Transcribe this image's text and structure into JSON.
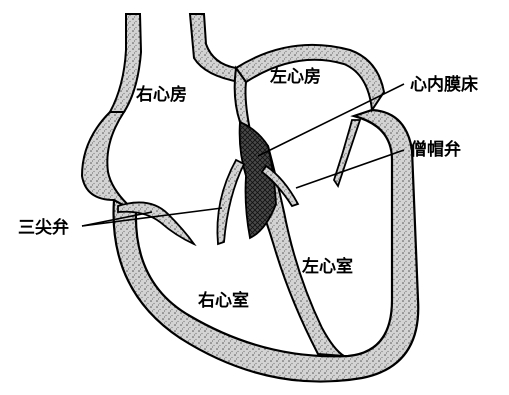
{
  "labels": {
    "right_atrium": "右心房",
    "left_atrium": "左心房",
    "endocardium": "心内膜床",
    "mitral_valve": "僧帽弁",
    "tricuspid_valve": "三尖弁",
    "left_ventricle": "左心室",
    "right_ventricle": "右心室"
  },
  "colors": {
    "ink": "#000000",
    "tissue": "#c9c9c9",
    "cushion": "#5a5a5a",
    "background": "#ffffff"
  }
}
